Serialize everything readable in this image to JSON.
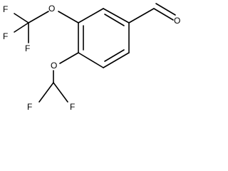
{
  "molecule": {
    "atoms": {
      "f_top_left": "F",
      "f_mid_left": "F",
      "f_bottom_left_upper": "F",
      "o_trifluoromethoxy": "O",
      "o_aldehyde": "O",
      "o_difluoromethoxy": "O",
      "f_bottom_left": "F",
      "f_bottom_right": "F"
    }
  }
}
